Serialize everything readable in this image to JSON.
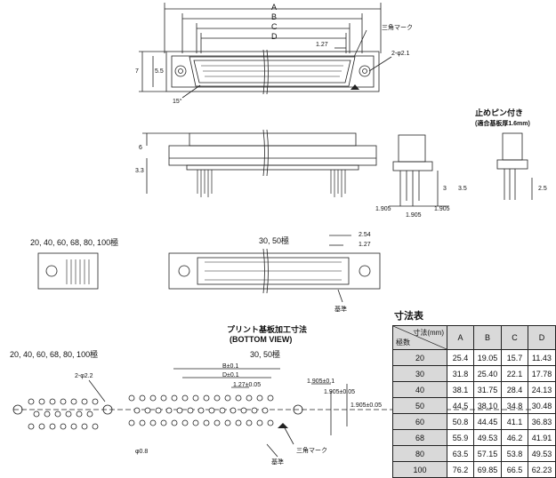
{
  "top_view": {
    "dim_a": "A",
    "dim_b": "B",
    "dim_c": "C",
    "dim_d": "D",
    "pitch": "1.27",
    "left_dim_7": "7",
    "left_dim_55": "5.5",
    "angle": "15°",
    "mark_label": "三角マーク",
    "hole_label": "2-φ2.1"
  },
  "side_view": {
    "dim_6": "6",
    "dim_33": "3.3",
    "pin_callout_title": "止めピン付き",
    "pin_callout_sub": "(適合基板厚1.6mm)",
    "dim_3": "3",
    "dim_35": "3.5",
    "dim_25": "2.5",
    "dim_1905_a": "1.905",
    "dim_1905_b": "1.905",
    "dim_1905_c": "1.905"
  },
  "bottom_view": {
    "label_small": "20, 40, 60, 68, 80, 100極",
    "label_large": "30, 50極",
    "dim_254": "2.54",
    "dim_127": "1.27",
    "datum_label": "基準"
  },
  "pcb_layout": {
    "title": "プリント基板加工寸法",
    "subtitle": "(BOTTOM VIEW)",
    "label_small": "20, 40, 60, 68, 80, 100極",
    "label_large": "30, 50極",
    "hole_big": "2-φ2.2",
    "hole_small": "φ0.8",
    "dim_b": "B±0.1",
    "dim_d": "D±0.1",
    "dim_127": "1.27±0.05",
    "dim_1905_a": "1.905±0.1",
    "dim_1905_b": "1.905±0.05",
    "dim_1905_c": "1.905±0.05",
    "mark_label": "三角マーク",
    "datum_label": "基準"
  },
  "table": {
    "title": "寸法表",
    "header_top": "寸法(mm)",
    "header_bottom": "極数",
    "columns": [
      "A",
      "B",
      "C",
      "D"
    ],
    "rows": [
      [
        "20",
        "25.4",
        "19.05",
        "15.7",
        "11.43"
      ],
      [
        "30",
        "31.8",
        "25.40",
        "22.1",
        "17.78"
      ],
      [
        "40",
        "38.1",
        "31.75",
        "28.4",
        "24.13"
      ],
      [
        "50",
        "44.5",
        "38.10",
        "34.8",
        "30.48"
      ],
      [
        "60",
        "50.8",
        "44.45",
        "41.1",
        "36.83"
      ],
      [
        "68",
        "55.9",
        "49.53",
        "46.2",
        "41.91"
      ],
      [
        "80",
        "63.5",
        "57.15",
        "53.8",
        "49.53"
      ],
      [
        "100",
        "76.2",
        "69.85",
        "66.5",
        "62.23"
      ]
    ]
  }
}
